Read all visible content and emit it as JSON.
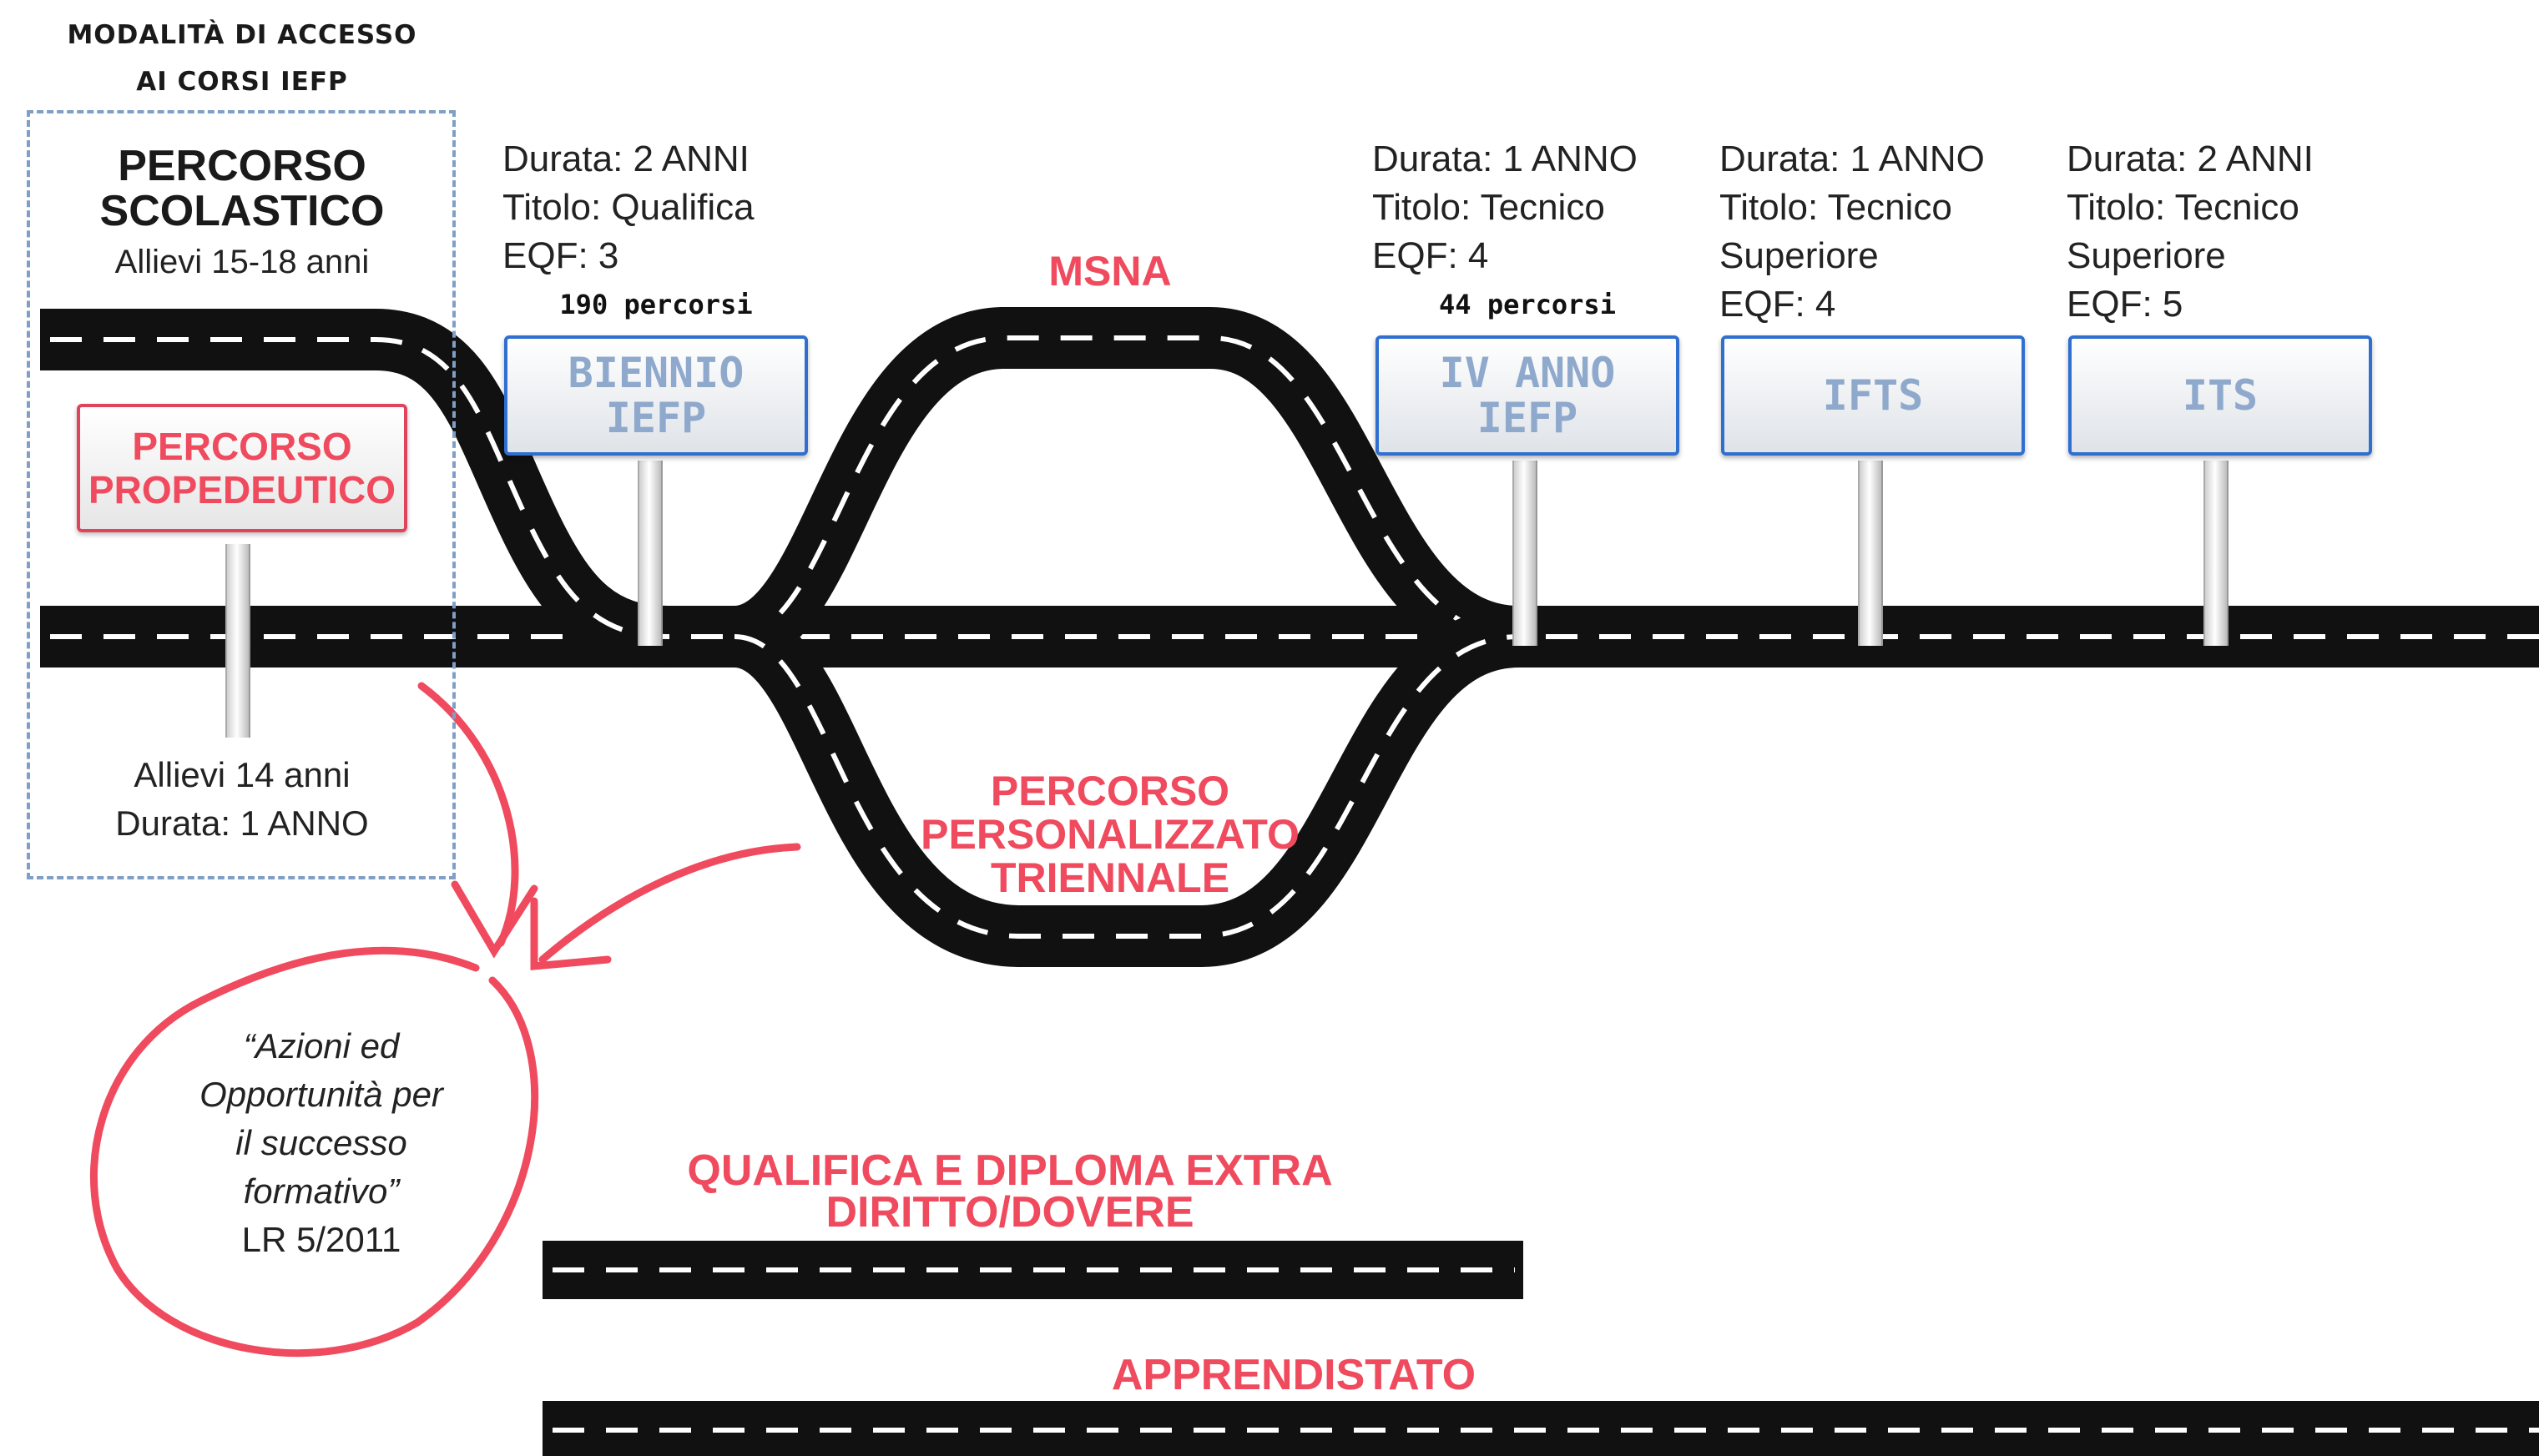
{
  "header_note": {
    "line1": "MODALITÀ DI ACCESSO",
    "line2": "AI CORSI IEFP"
  },
  "scolastico": {
    "title_line1": "PERCORSO",
    "title_line2": "SCOLASTICO",
    "subtitle": "Allievi 15-18 anni"
  },
  "propedeutico": {
    "label_line1": "PERCORSO",
    "label_line2": "PROPEDEUTICO",
    "info_line1": "Allievi 14 anni",
    "info_line2": "Durata: 1 ANNO"
  },
  "signs": [
    {
      "info": [
        "Durata: 2 ANNI",
        "Titolo: Qualifica",
        "EQF: 3"
      ],
      "count": "190 percorsi",
      "label": [
        "BIENNIO",
        "IEFP"
      ]
    },
    {
      "info": [
        "Durata: 1 ANNO",
        "Titolo: Tecnico",
        "EQF: 4"
      ],
      "count": "44 percorsi",
      "label": [
        "IV ANNO",
        "IEFP"
      ]
    },
    {
      "info": [
        "Durata: 1 ANNO",
        "Titolo: Tecnico",
        "Superiore",
        "EQF: 4"
      ],
      "label": [
        "IFTS"
      ]
    },
    {
      "info": [
        "Durata: 2 ANNI",
        "Titolo: Tecnico",
        "Superiore",
        "EQF: 5"
      ],
      "label": [
        "ITS"
      ]
    }
  ],
  "routes": {
    "msna": "MSNA",
    "personalizzato": [
      "PERCORSO",
      "PERSONALIZZATO",
      "TRIENNALE"
    ],
    "qualifica_diploma": [
      "QUALIFICA E DIPLOMA EXTRA",
      "DIRITTO/DOVERE"
    ],
    "apprendistato": "APPRENDISTATO"
  },
  "quote": {
    "italic": [
      "“Azioni ed",
      "Opportunità per",
      "il successo",
      "formativo”"
    ],
    "law": "LR 5/2011"
  },
  "colors": {
    "accent_red": "#ef4a5e",
    "sign_border": "#2f6fd0",
    "sign_text": "#8fa9cc",
    "road": "#111111",
    "dashed_box": "#7f9fc6"
  }
}
